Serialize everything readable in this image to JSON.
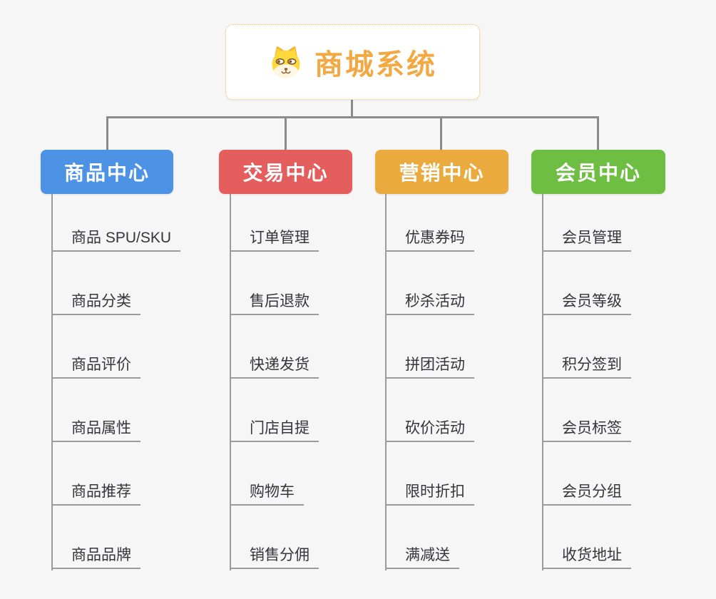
{
  "page": {
    "background": "#f6f6f6",
    "connector_color": "#8b8b8b",
    "leaf_line_color": "#9b9b9b"
  },
  "root": {
    "title": "商城系统",
    "icon": "dog-face-icon",
    "title_color": "#f2a843",
    "border_color": "#f3b45a"
  },
  "branches": [
    {
      "label": "商品中心",
      "color": "#4c93e6",
      "items": [
        "商品 SPU/SKU",
        "商品分类",
        "商品评价",
        "商品属性",
        "商品推荐",
        "商品品牌"
      ]
    },
    {
      "label": "交易中心",
      "color": "#e55e5e",
      "items": [
        "订单管理",
        "售后退款",
        "快递发货",
        "门店自提",
        "购物车",
        "销售分佣"
      ]
    },
    {
      "label": "营销中心",
      "color": "#eaaa3e",
      "items": [
        "优惠券码",
        "秒杀活动",
        "拼团活动",
        "砍价活动",
        "限时折扣",
        "满减送"
      ]
    },
    {
      "label": "会员中心",
      "color": "#6fbe44",
      "items": [
        "会员管理",
        "会员等级",
        "积分签到",
        "会员标签",
        "会员分组",
        "收货地址"
      ]
    }
  ]
}
